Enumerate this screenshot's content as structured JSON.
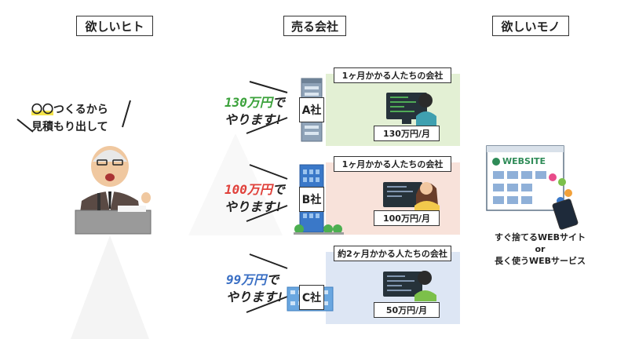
{
  "headers": {
    "customer": "欲しいヒト",
    "seller": "売る会社",
    "product": "欲しいモノ"
  },
  "speech": {
    "marked": "〇〇",
    "line1_rest": "つくるから",
    "line2": "見積もり出して"
  },
  "companies": [
    {
      "name": "A社",
      "offer_amount": "130万円",
      "offer_suffix": "で",
      "offer_line2": "やります!",
      "offer_color": "#3aa13a",
      "panel_title": "1ヶ月かかる人たちの会社",
      "price": "130万円/月",
      "panel_color": "#e3f0d4"
    },
    {
      "name": "B社",
      "offer_amount": "100万円",
      "offer_suffix": "で",
      "offer_line2": "やります!",
      "offer_color": "#e0403a",
      "panel_title": "1ヶ月かかる人たちの会社",
      "price": "100万円/月",
      "panel_color": "#f8e2da"
    },
    {
      "name": "C社",
      "offer_amount": "99万円",
      "offer_suffix": "で",
      "offer_line2": "やります!",
      "offer_color": "#3a6fc4",
      "panel_title": "約2ヶ月かかる人たちの会社",
      "price": "50万円/月",
      "panel_color": "#dde6f4"
    }
  ],
  "website": {
    "logo_text": "WEBSITE",
    "caption_line1": "すぐ捨てるWEBサイト",
    "caption_line2": "or",
    "caption_line3": "長く使うWEBサービス"
  }
}
